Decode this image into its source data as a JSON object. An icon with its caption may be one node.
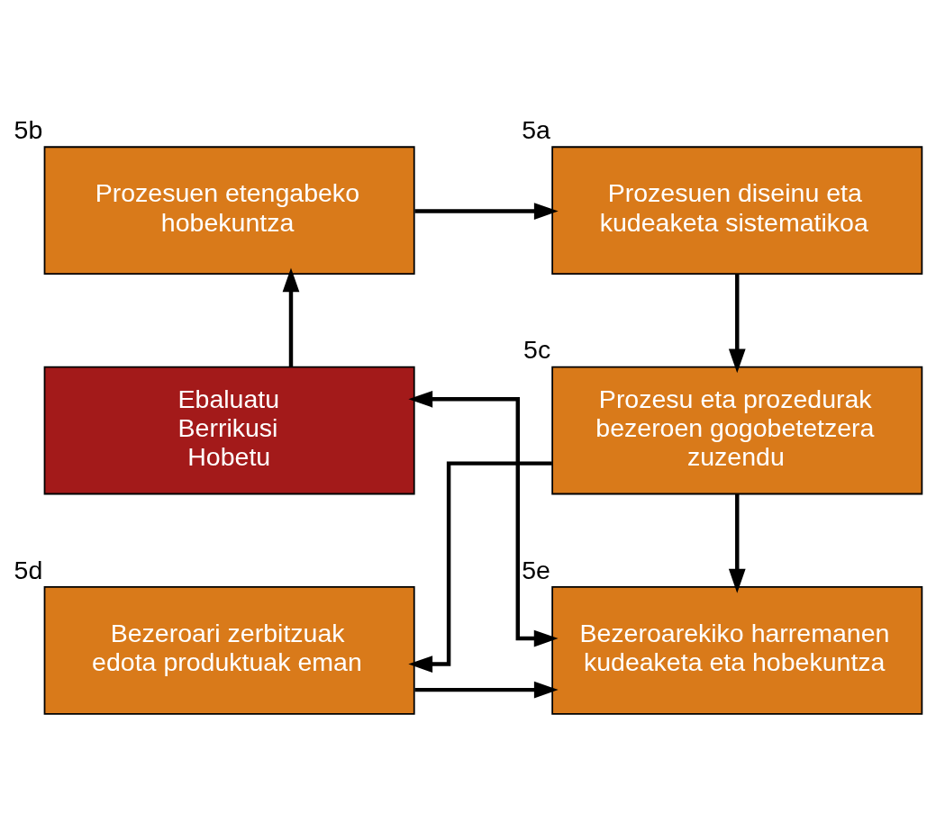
{
  "diagram": {
    "nodes": [
      {
        "text": [
          "Prozesuen etengabeko hobekuntza"
        ],
        "beside": [
          "5b"
        ]
      },
      {
        "text": [
          "Prozesuen diseinu eta kudeaketa sistematikoa"
        ],
        "beside": [
          "5a"
        ]
      },
      {
        "text": [
          "Ebaluatu Berrikusi Hobetu"
        ]
      },
      {
        "text": [
          "Prozesu eta prozedurak bezeroen gogobetetzera zuzendu"
        ],
        "beside": [
          "5c"
        ]
      },
      {
        "text": [
          "Bezeroarekiko harremanen kudeaketa eta hobekuntza"
        ],
        "beside": [
          "5e"
        ]
      },
      {
        "text": [
          "Bezeroari zerbitzuak edota produktuak eman"
        ],
        "beside": [
          "5d"
        ]
      }
    ],
    "edges": [
      {
        "from": 0,
        "to": 1,
        "arrow": "to"
      },
      {
        "from": 1,
        "to": 3,
        "arrow": "to"
      },
      {
        "from": 2,
        "to": 0,
        "arrow": "to"
      },
      {
        "from": 2,
        "to": 4,
        "arrow": "both"
      },
      {
        "from": 3,
        "to": 5,
        "arrow": "to"
      },
      {
        "from": 3,
        "to": 4,
        "arrow": "to"
      },
      {
        "from": 5,
        "to": 4,
        "arrow": "to"
      }
    ]
  }
}
